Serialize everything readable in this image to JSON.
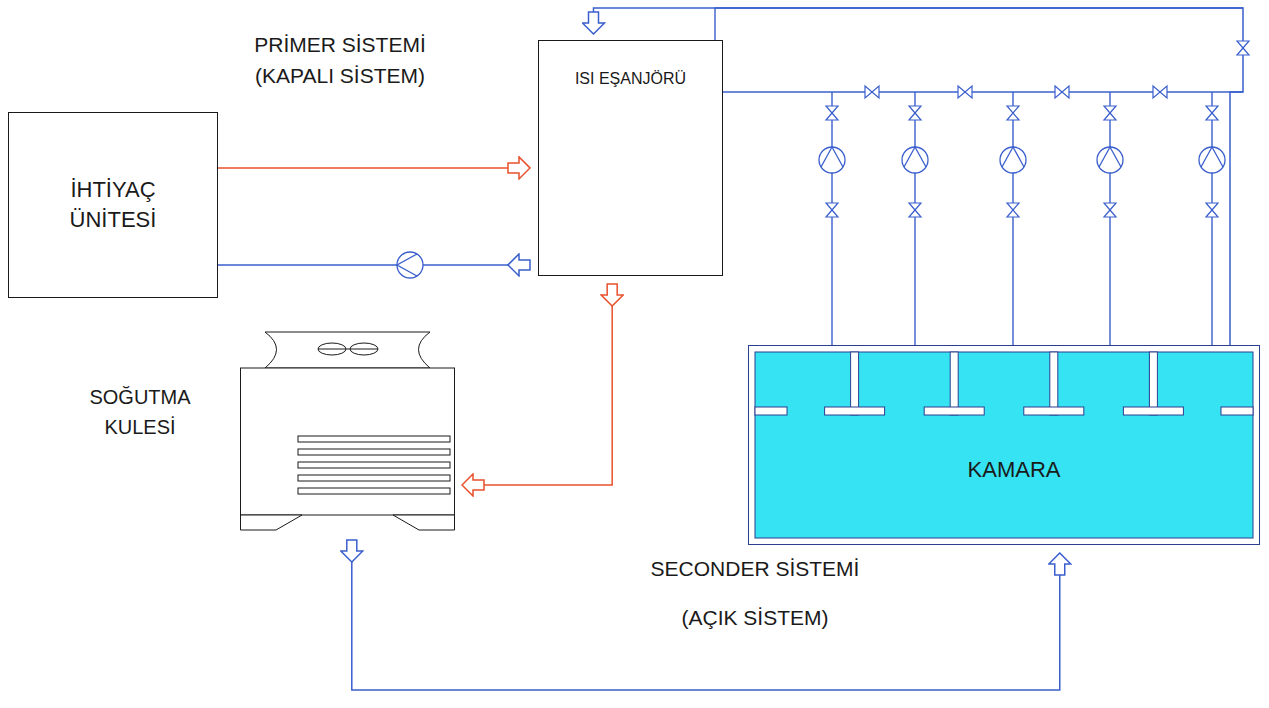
{
  "diagram": {
    "nodes": [
      {
        "text": [
          "İHTİYAÇ ÜNİTESİ"
        ]
      },
      {
        "text": [
          "ISI EŞANJÖRÜ"
        ]
      },
      {
        "text": [
          "KAMARA"
        ]
      },
      {
        "text": [
          "SOĞUTMA KULESİ"
        ]
      }
    ],
    "edges": [
      {
        "from": 0,
        "to": 1,
        "arrow": "to"
      },
      {
        "from": 1,
        "to": 0,
        "arrow": "to"
      },
      {
        "from": 1,
        "to": 3,
        "arrow": "to"
      },
      {
        "from": 3,
        "to": 2,
        "arrow": "to"
      },
      {
        "from": 2,
        "to": 1,
        "arrow": "to"
      }
    ],
    "labels": [
      "PRİMER SİSTEMİ (KAPALI SİSTEM)",
      "SECONDER SİSTEMİ (AÇIK SİSTEM)"
    ]
  }
}
